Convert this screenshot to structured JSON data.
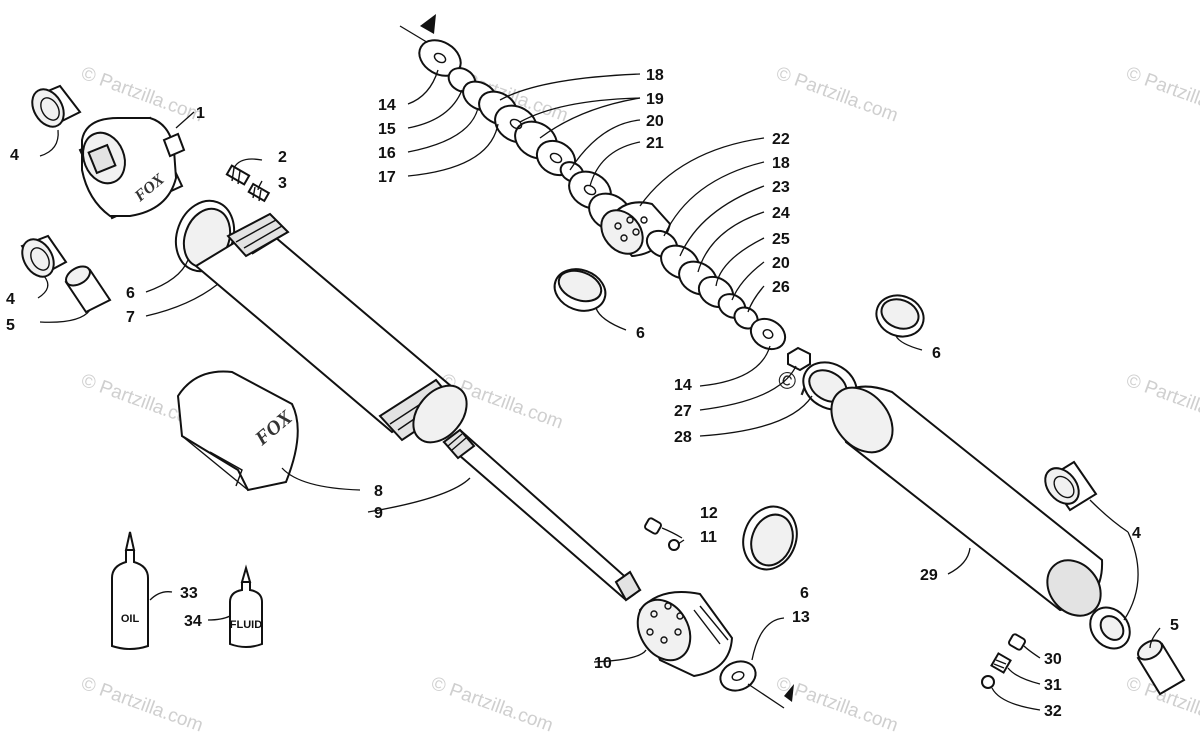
{
  "watermark": {
    "text": "© Partzilla.com"
  },
  "brand_mark": "FOX",
  "bottles": {
    "oil": "OIL",
    "fluid": "FLUID"
  },
  "callouts": {
    "c1": "1",
    "c2": "2",
    "c3": "3",
    "c4a": "4",
    "c4b": "4",
    "c4c": "4",
    "c5a": "5",
    "c5b": "5",
    "c6a": "6",
    "c6b": "6",
    "c6c": "6",
    "c6d": "6",
    "c7": "7",
    "c8": "8",
    "c9": "9",
    "c10": "10",
    "c11": "11",
    "c12": "12",
    "c13": "13",
    "c14a": "14",
    "c14b": "14",
    "c15": "15",
    "c16": "16",
    "c17": "17",
    "c18a": "18",
    "c18b": "18",
    "c19": "19",
    "c20a": "20",
    "c20b": "20",
    "c21": "21",
    "c22": "22",
    "c23": "23",
    "c24": "24",
    "c25": "25",
    "c26": "26",
    "c27": "27",
    "c28": "28",
    "c29": "29",
    "c30": "30",
    "c31": "31",
    "c32": "32",
    "c33": "33",
    "c34": "34"
  }
}
